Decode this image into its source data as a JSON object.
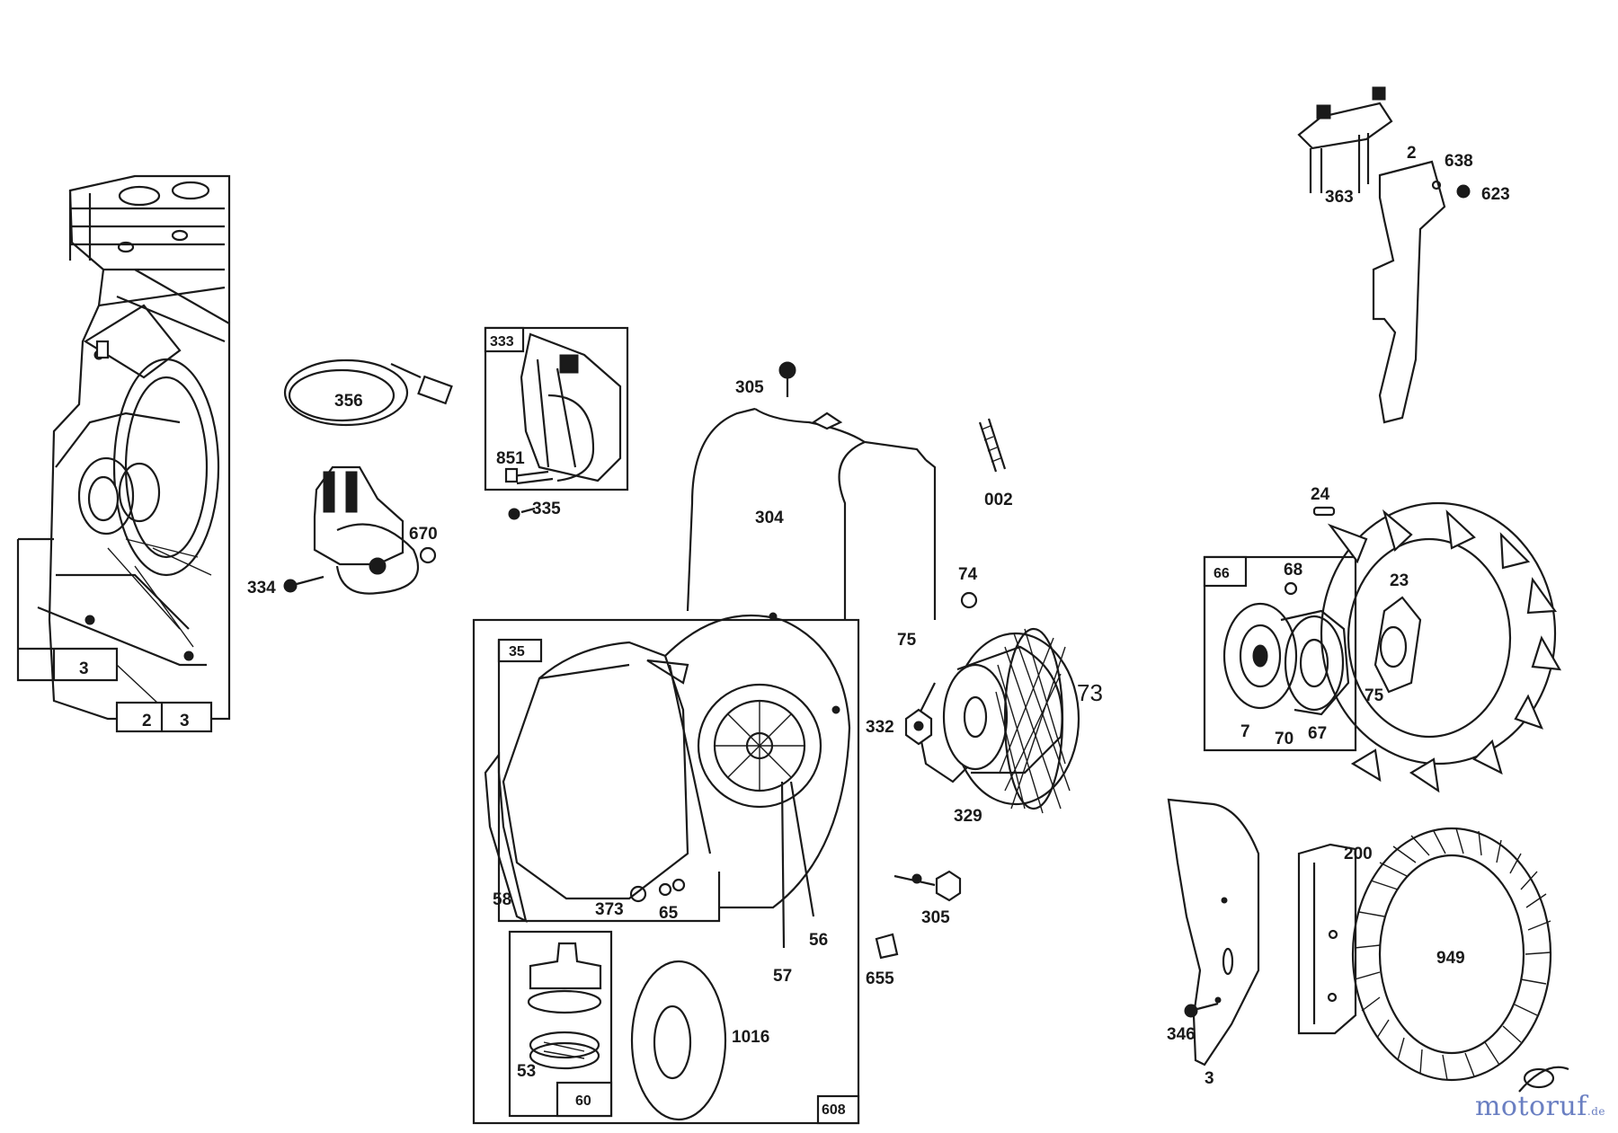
{
  "labels": {
    "p3_left": "3",
    "p2_box": "2",
    "p3_box": "3",
    "p356": "356",
    "p334": "334",
    "p670": "670",
    "p333": "333",
    "p851": "851",
    "p335": "335",
    "p305_top": "305",
    "p304": "304",
    "p002": "002",
    "p74": "74",
    "p75": "75",
    "p73": "73",
    "p332": "332",
    "p329": "329",
    "p305_bottom": "305",
    "p35": "35",
    "p58": "58",
    "p373": "373",
    "p65": "65",
    "p57": "57",
    "p56": "56",
    "p655": "655",
    "p53": "53",
    "p60": "60",
    "p1016": "1016",
    "p608": "608",
    "p363": "363",
    "p2_right": "2",
    "p638": "638",
    "p623": "623",
    "p24": "24",
    "p66_box": "66",
    "p68": "68",
    "p23": "23",
    "p7": "7",
    "p70": "70",
    "p67": "67",
    "p75_right": "75",
    "p200": "200",
    "p949": "949",
    "p346": "346",
    "p3_bottom": "3"
  },
  "watermark": {
    "text": "motoruf",
    "suffix": ".de"
  },
  "colors": {
    "line": "#1a1a1a",
    "background": "#ffffff",
    "watermark": "#6a7fc2"
  }
}
